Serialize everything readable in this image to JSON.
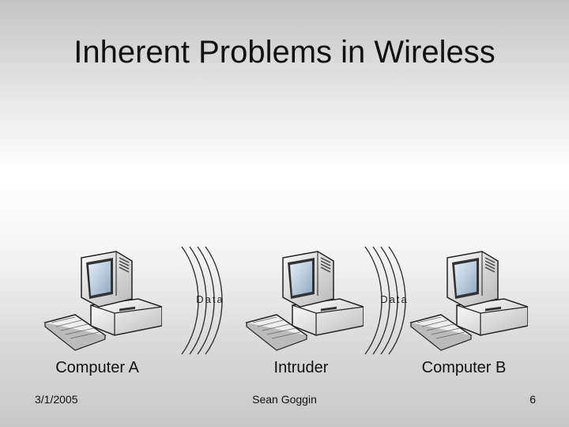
{
  "slide": {
    "title": "Inherent Problems in Wireless",
    "nodes": [
      {
        "label": "Computer A"
      },
      {
        "label": "Intruder"
      },
      {
        "label": "Computer B"
      }
    ],
    "links": [
      {
        "label": "Data"
      },
      {
        "label": "Data"
      }
    ],
    "footer": {
      "date": "3/1/2005",
      "author": "Sean Goggin",
      "page": "6"
    }
  }
}
